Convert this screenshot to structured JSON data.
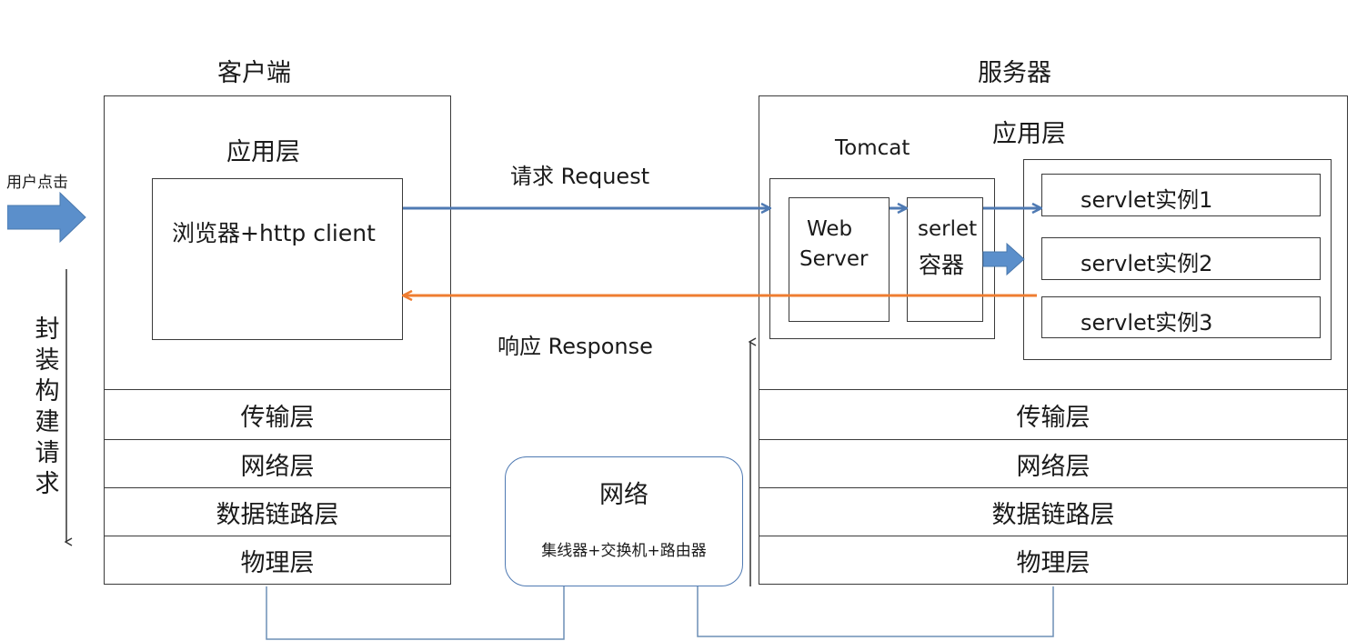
{
  "client": {
    "title": "客户端",
    "app_layer": "应用层",
    "browser": "浏览器+http client",
    "layers": [
      "传输层",
      "网络层",
      "数据链路层",
      "物理层"
    ]
  },
  "server": {
    "title": "服务器",
    "app_layer": "应用层",
    "tomcat": "Tomcat",
    "web_server_line1": "Web",
    "web_server_line2": "Server",
    "container_line1": "serlet",
    "container_line2": "容器",
    "servlets": [
      "servlet实例1",
      "servlet实例2",
      "servlet实例3"
    ],
    "layers": [
      "传输层",
      "网络层",
      "数据链路层",
      "物理层"
    ]
  },
  "left_side": {
    "user_click": "用户点击",
    "encapsulate": [
      "封",
      "装",
      "构",
      "建",
      "请",
      "求"
    ]
  },
  "arrows": {
    "request": "请求 Request",
    "response": "响应 Response"
  },
  "network": {
    "title": "网络",
    "devices": "集线器+交换机+路由器"
  },
  "colors": {
    "request_arrow": "#4f7ab3",
    "response_arrow": "#ef7d31",
    "fat_arrow": "#5b8fcb",
    "network_border": "#4f7ab3",
    "cable": "#6d8fb5"
  }
}
